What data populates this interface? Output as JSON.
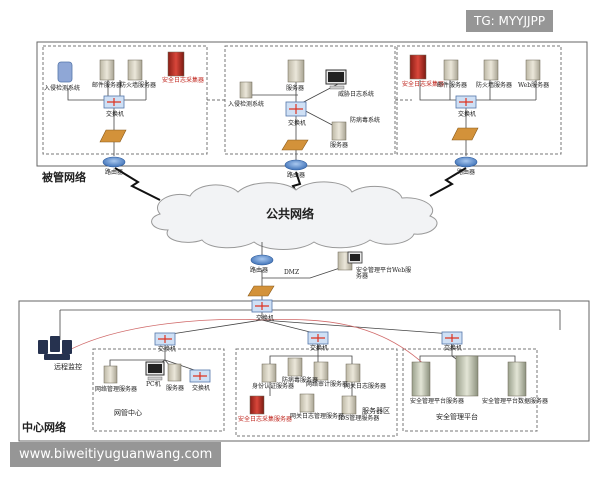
{
  "watermark": {
    "top_right": "TG: MYYJJPP",
    "bottom_left": "www.biweitiyuguanwang.com"
  },
  "managed_network": {
    "title": "被管网络",
    "left_site": {
      "devices": [
        "入侵检测系统",
        "邮件服务器",
        "防火墙服务器",
        "安全日志采集器"
      ],
      "switch": "交换机",
      "router": "路由器"
    },
    "middle_site": {
      "devices": [
        "入侵检测系统",
        "服务器",
        "威胁日志系统",
        "防病毒系统",
        "服务器"
      ],
      "switch": "交换机",
      "router": "路由器"
    },
    "right_site": {
      "devices": [
        "安全日志采集器",
        "邮件服务器",
        "防火墙服务器",
        "Web服务器"
      ],
      "switch": "交换机",
      "router": "路由器"
    }
  },
  "public_network": "公共网络",
  "dmz": {
    "router": "路由器",
    "firewall": "DMZ",
    "server": "安全管理平台Web服务器"
  },
  "central_network": {
    "title": "中心网络",
    "core_switch": "交换机",
    "remote_monitor": "远程监控",
    "management_center": {
      "title": "网管中心",
      "switch": "交换机",
      "devices": [
        "PC机",
        "网络管理服务器",
        "服务器",
        "交换机"
      ]
    },
    "server_zone": {
      "title": "服务器区",
      "switch": "交换机",
      "devices": [
        "身份认证服务器",
        "防病毒服务器",
        "网络审计服务器",
        "网关日志服务器",
        "安全日志采集服务器",
        "网关日志管理服务器",
        "IDS管理服务器"
      ]
    },
    "security_platform": {
      "title": "安全管理平台",
      "switch": "交换机",
      "devices": [
        "安全管理平台服务器",
        "安全管理平台数据服务器"
      ]
    }
  },
  "colors": {
    "line": "#444444",
    "red_line": "#d06a6a",
    "switch": "#c9d7ea",
    "router": "#5b8fcf",
    "firewall": "#c47c2a",
    "server": "#d8d2bd"
  }
}
